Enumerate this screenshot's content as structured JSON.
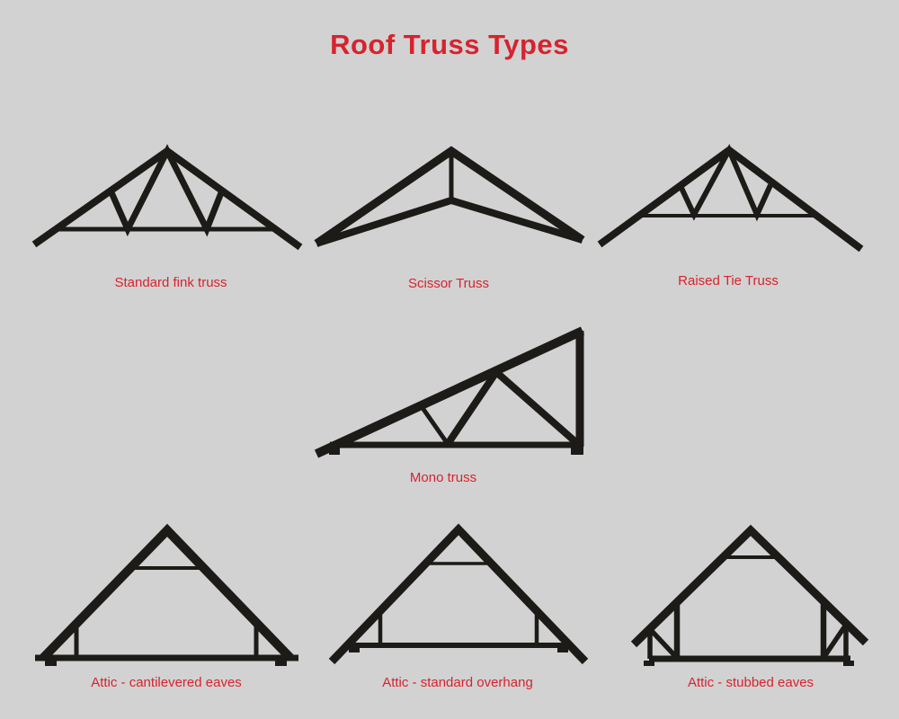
{
  "title": "Roof Truss Types",
  "colors": {
    "background": "#d2d2d2",
    "line_black": "#1d1b17",
    "label_red": "#d7232e"
  },
  "trusses": [
    {
      "id": "standard-fink",
      "label": "Standard fink truss"
    },
    {
      "id": "scissor",
      "label": "Scissor Truss"
    },
    {
      "id": "raised-tie",
      "label": "Raised Tie Truss"
    },
    {
      "id": "mono",
      "label": "Mono truss"
    },
    {
      "id": "attic-cantilevered",
      "label": "Attic - cantilevered eaves"
    },
    {
      "id": "attic-standard-overhang",
      "label": "Attic - standard overhang"
    },
    {
      "id": "attic-stubbed",
      "label": "Attic - stubbed eaves"
    }
  ]
}
